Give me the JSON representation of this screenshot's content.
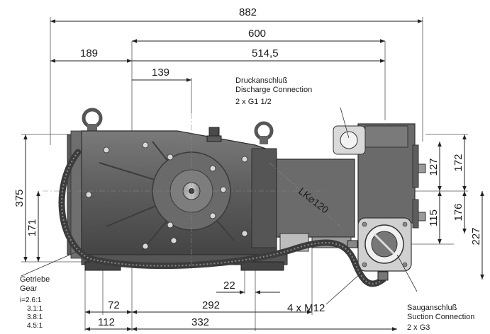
{
  "dimensions": {
    "total_length": "882",
    "length_600": "600",
    "length_514": "514,5",
    "length_189": "189",
    "length_139": "139",
    "height_375": "375",
    "height_171": "171",
    "height_172": "172",
    "height_127": "127",
    "height_115": "115",
    "height_176": "176",
    "height_227": "227",
    "bottom_22": "22",
    "bottom_72": "72",
    "bottom_292": "292",
    "bottom_112": "112",
    "bottom_332": "332"
  },
  "discharge": {
    "label_de": "Druckanschluß",
    "label_en": "Discharge Connection",
    "size": "2 x G1 1/2"
  },
  "suction": {
    "label_de": "Sauganschluß",
    "label_en": "Suction Connection",
    "size": "2 x G3"
  },
  "gear": {
    "label_de": "Getriebe",
    "label_en": "Gear",
    "ratios": [
      "i=2.6:1",
      "3.1:1",
      "3.8:1",
      "4.5:1"
    ]
  },
  "bolt_label": "4 x M12",
  "flange_label": "LK⌀120"
}
